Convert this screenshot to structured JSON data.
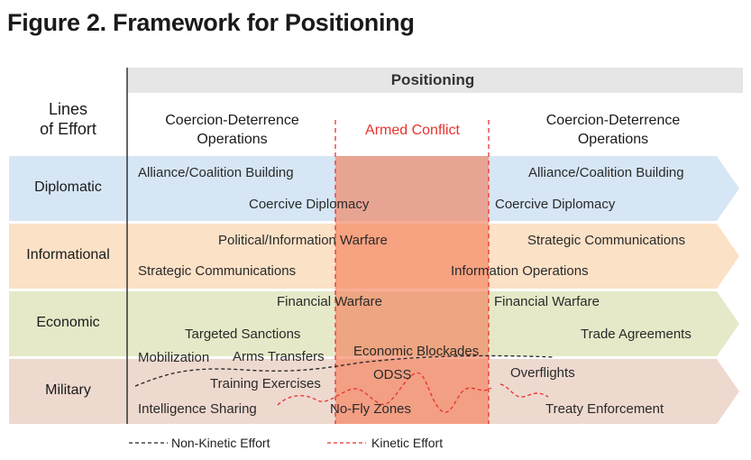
{
  "title": "Figure 2. Framework for Positioning",
  "positioning_label": "Positioning",
  "lines_of_effort_label": "Lines\nof Effort",
  "phases": {
    "left": "Coercion-Deterrence\nOperations",
    "middle": "Armed Conflict",
    "right": "Coercion-Deterrence\nOperations"
  },
  "rows": [
    {
      "label": "Diplomatic",
      "color": "#d6e6f5"
    },
    {
      "label": "Informational",
      "color": "#fbe1c6"
    },
    {
      "label": "Economic",
      "color": "#e5e9c7"
    },
    {
      "label": "Military",
      "color": "#eed9cf"
    }
  ],
  "items": {
    "diplomatic": [
      "Alliance/Coalition Building",
      "Coercive Diplomacy",
      "Alliance/Coalition Building",
      "Coercive Diplomacy"
    ],
    "informational": [
      "Political/Information Warfare",
      "Strategic Communications",
      "Strategic Communications",
      "Information Operations"
    ],
    "economic": [
      "Financial Warfare",
      "Targeted Sanctions",
      "Financial Warfare",
      "Trade Agreements"
    ],
    "military": [
      "Mobilization",
      "Arms Transfers",
      "Economic Blockades",
      "ODSS",
      "Overflights",
      "Training Exercises",
      "Intelligence Sharing",
      "No-Fly Zones",
      "Treaty Enforcement"
    ]
  },
  "legend": {
    "non_kinetic": "Non-Kinetic Effort",
    "kinetic": "Kinetic Effort"
  },
  "colors": {
    "armed_conflict_fill": "#f08060",
    "armed_conflict_text": "#e8322c",
    "positioning_bar": "#e6e6e6",
    "kinetic_line": "#e8322c",
    "non_kinetic_line": "#222222"
  }
}
